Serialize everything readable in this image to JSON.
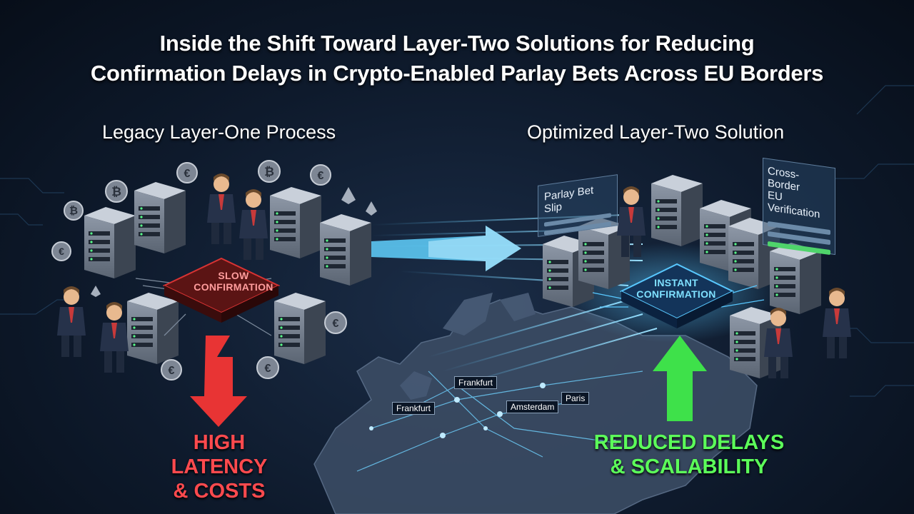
{
  "title_lines": [
    "Inside the Shift Toward Layer-Two Solutions for Reducing",
    "Confirmation Delays in Crypto-Enabled Parlay Bets Across EU Borders"
  ],
  "left": {
    "heading": "Legacy Layer-One Process",
    "chip_label": "SLOW CONFIRMATION",
    "outcome_lines": [
      "HIGH LATENCY",
      "& COSTS"
    ]
  },
  "right": {
    "heading": "Optimized Layer-Two Solution",
    "chip_label": "INSTANT CONFIRMATION",
    "outcome_lines": [
      "REDUCED DELAYS",
      "& SCALABILITY"
    ],
    "panel_slip": "Parlay Bet Slip",
    "panel_verify_lines": [
      "Cross-Border",
      "EU Verification"
    ]
  },
  "map_cities": [
    "Frankfurt",
    "Frankfurt",
    "Amsterdam",
    "Paris"
  ],
  "icons": [
    "bitcoin-coin-icon",
    "euro-coin-icon",
    "ethereum-icon",
    "server-rack-icon",
    "processor-chip-icon",
    "person-icon",
    "arrow-icon"
  ],
  "colors": {
    "background": "#0e1a2c",
    "slow_red": "#ff4a4e",
    "fast_green": "#5cff5a",
    "flow_blue": "#58c8ff"
  }
}
